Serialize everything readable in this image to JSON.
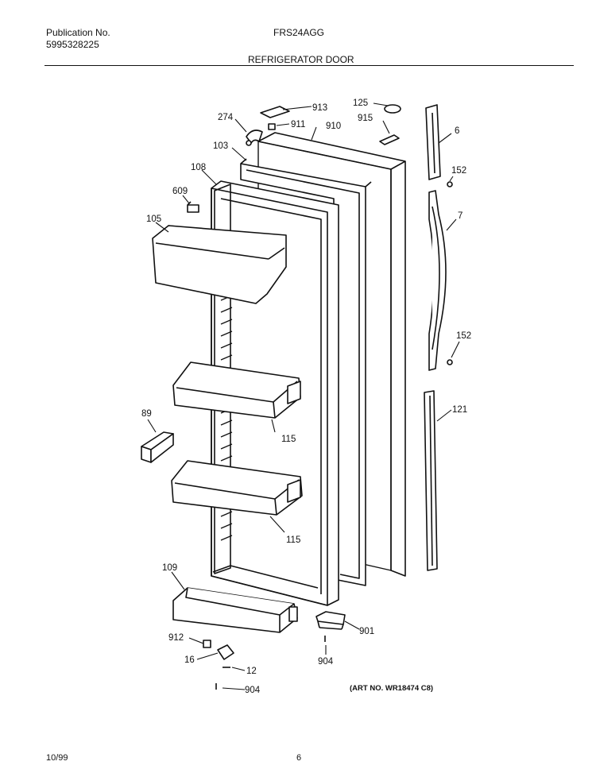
{
  "header": {
    "publication_label": "Publication No.",
    "publication_number": "5995328225",
    "model": "FRS24AGG",
    "section_title": "REFRIGERATOR DOOR"
  },
  "callouts": {
    "c913": "913",
    "c125": "125",
    "c274": "274",
    "c911": "911",
    "c910": "910",
    "c915": "915",
    "c6": "6",
    "c103": "103",
    "c108": "108",
    "c152a": "152",
    "c609": "609",
    "c7": "7",
    "c105": "105",
    "c152b": "152",
    "c121": "121",
    "c89": "89",
    "c115a": "115",
    "c115b": "115",
    "c109": "109",
    "c901": "901",
    "c912": "912",
    "c16": "16",
    "c12": "12",
    "c904a": "904",
    "c904b": "904"
  },
  "art_number": "(ART NO. WR18474 C8)",
  "footer": {
    "date": "10/99",
    "page": "6"
  }
}
